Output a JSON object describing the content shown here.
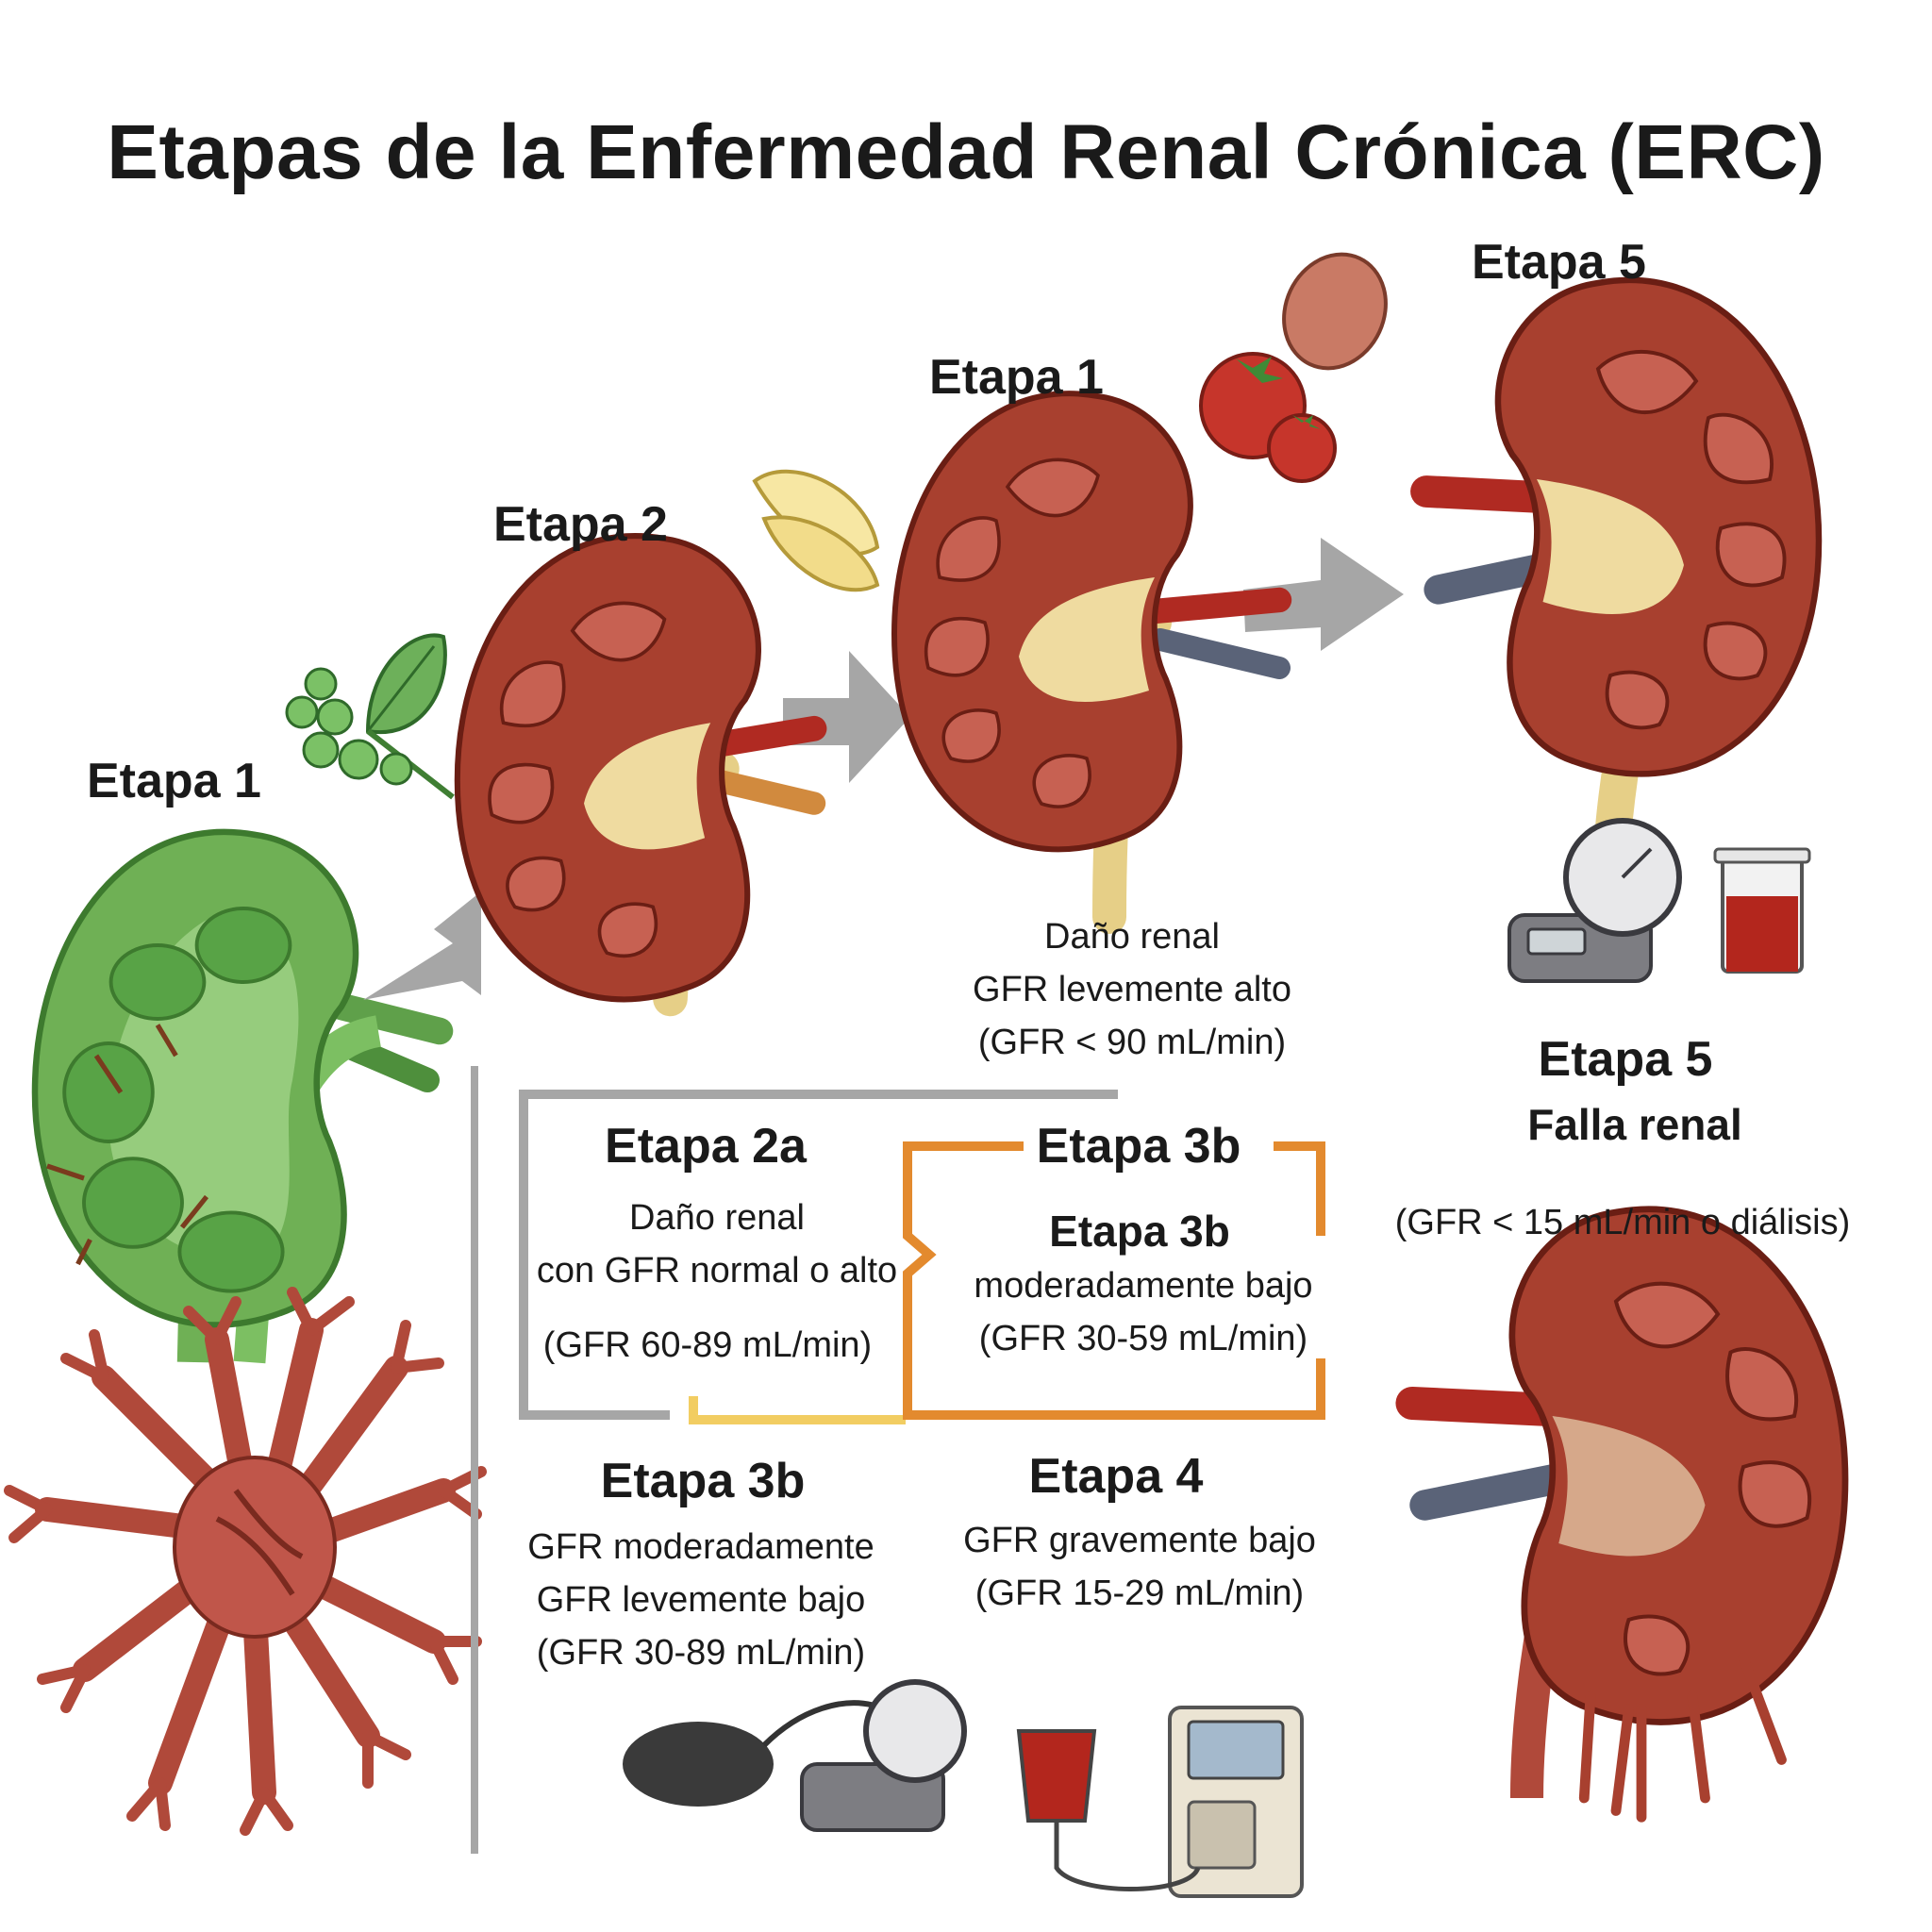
{
  "title": "Etapas de la Enfermedad Renal Crónica (ERC)",
  "colors": {
    "kidney_red": "#a8402f",
    "kidney_green": "#6fb055",
    "ureter_yellow": "#e6cf87",
    "artery_red": "#b02a22",
    "vein_blue": "#5a6378",
    "arrow_gray": "#a6a6a6",
    "bracket_orange": "#e38a2e",
    "bracket_yellow": "#f2cd62"
  },
  "labels": {
    "stage1_left": "Etapa 1",
    "stage2": "Etapa 2",
    "stage1_top": "Etapa 1",
    "stage5_top": "Etapa 5",
    "stage5_right": "Etapa 5",
    "stage5_sub": "Falla renal",
    "stage5_gfr": "(GFR < 15 mL/min o diálisis)",
    "stage1_desc": [
      "Daño renal",
      "GFR levemente alto",
      "(GFR < 90 mL/min)"
    ],
    "box_2a": {
      "title": "Etapa 2a",
      "lines": [
        "Daño renal",
        "con GFR normal o alto"
      ],
      "gfr": "(GFR 60-89 mL/min)"
    },
    "box_3b": {
      "title": "Etapa 3b",
      "subtitle": "Etapa 3b",
      "lines": [
        "moderadamente bajo",
        "(GFR 30-59 mL/min)"
      ]
    },
    "stage3b_bottom": {
      "title": "Etapa 3b",
      "lines": [
        "GFR moderadamente",
        "GFR levemente bajo",
        "(GFR 30-89 mL/min)"
      ]
    },
    "stage4": {
      "title": "Etapa 4",
      "lines": [
        "GFR gravemente bajo",
        "(GFR 15-29 mL/min)"
      ]
    }
  },
  "icons": [
    "green-kidney-icon",
    "kidney-icon",
    "vein-network-icon",
    "leaves-icon",
    "bean-icon",
    "tomato-icon",
    "blood-pressure-monitor-icon",
    "blood-test-tube-icon",
    "dialysis-machine-icon",
    "failed-kidney-icon"
  ]
}
